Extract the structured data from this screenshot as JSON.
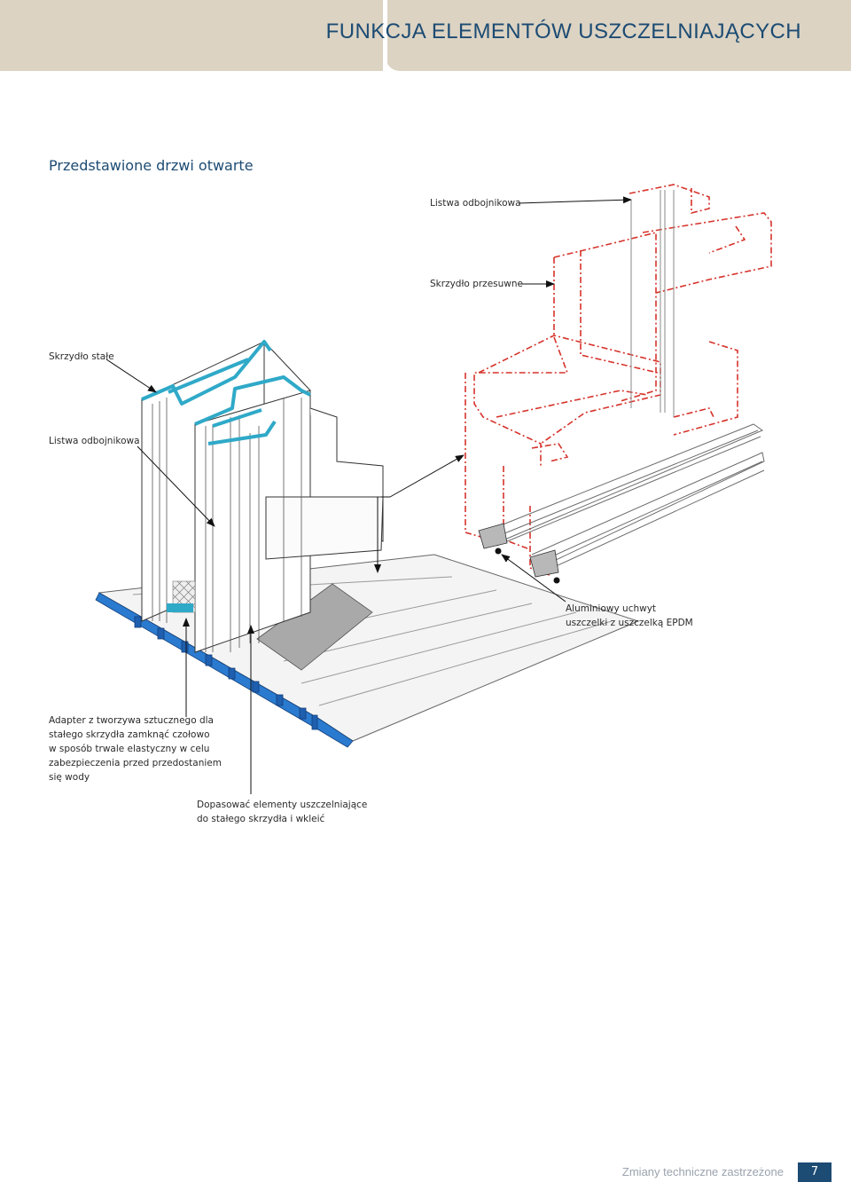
{
  "header": {
    "title": "FUNKCJA ELEMENTÓW USZCZELNIAJĄCYCH"
  },
  "section": {
    "title": "Przedstawione drzwi otwarte"
  },
  "labels": {
    "sliding_bumper_strip": "Listwa odbojnikowa",
    "sliding_sash": "Skrzydło przesuwne",
    "fixed_sash": "Skrzydło stałe",
    "fixed_bumper_strip": "Listwa odbojnikowa",
    "aluminium_holder": "Aluminiowy uchwyt\nuszczelki z uszczelką EPDM",
    "adapter": "Adapter z tworzywa sztucznego dla\nstałego skrzydła zamknąć czołowo\nw sposób trwale elastyczny w celu\nzabezpieczenia przed przedostaniem\nsię wody",
    "fit_seals": "Dopasować elementy uszczelniające\ndo stałego skrzydła i wkleić"
  },
  "footer": {
    "note": "Zmiany techniczne zastrzeżone",
    "page_number": "7"
  },
  "colors": {
    "header_bg": "#dcd3c3",
    "title_blue": "#1c4b73",
    "profile_cyan": "#2fa9c8",
    "seal_blue": "#1f5fb0",
    "dashed_red": "#d6332b",
    "footer_grey": "#9aa3ae"
  }
}
